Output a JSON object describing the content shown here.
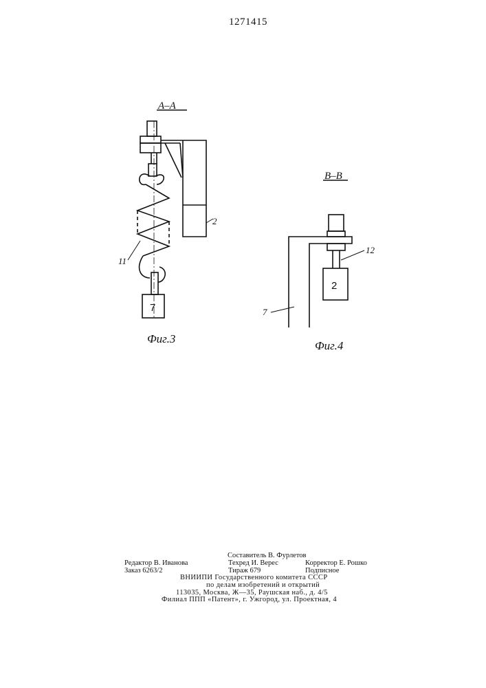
{
  "document": {
    "patent_number": "1271415"
  },
  "figure3": {
    "section_label": "А–А",
    "caption": "Фиг.3",
    "labels": {
      "bracket": "2",
      "spring": "11",
      "weight": "7"
    }
  },
  "figure4": {
    "section_label": "В–В",
    "caption": "Фиг.4",
    "labels": {
      "bolt": "12",
      "block": "2",
      "plate": "7"
    }
  },
  "colophon": {
    "compiler": "Составитель В. Фурлетов",
    "editor": "Редактор В. Иванова",
    "tech_editor": "Техред И. Верес",
    "corrector": "Корректор Е. Рошко",
    "order": "Заказ 6263/2",
    "circulation": "Тираж 679",
    "subscription": "Подписное",
    "org_line1": "ВНИИПИ Государственного комитета СССР",
    "org_line2": "по делам изобретений и открытий",
    "org_address": "113035, Москва, Ж—35, Раушская наб., д. 4/5",
    "branch": "Филиал ППП «Патент», г. Ужгород, ул. Проектная, 4"
  }
}
